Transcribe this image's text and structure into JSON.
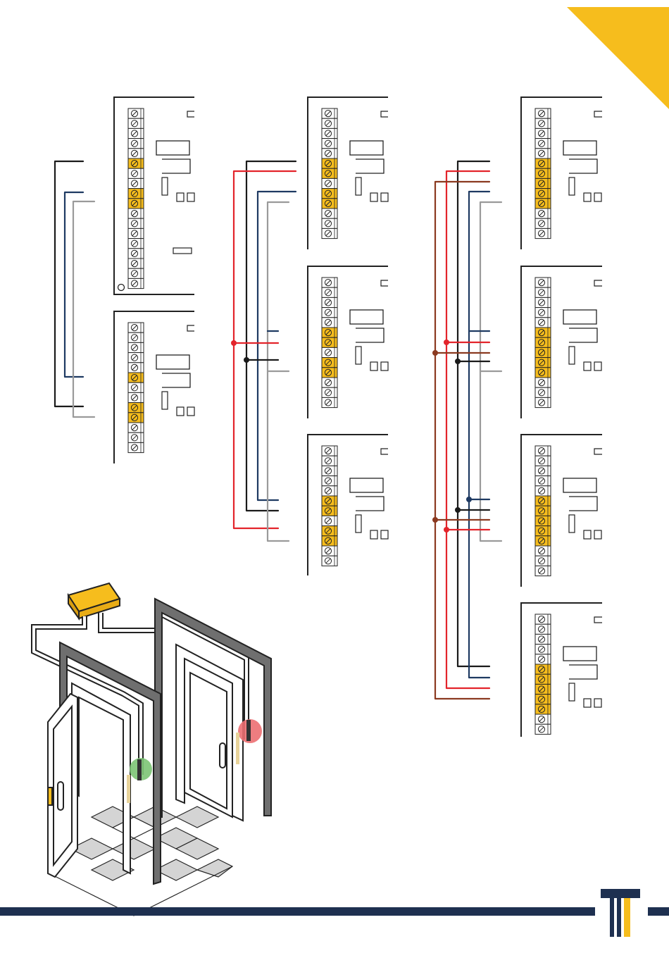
{
  "colors": {
    "accent": "#f6bd1d",
    "navy": "#1e3050",
    "wire_black": "#1a1a1a",
    "wire_navy": "#1e3a62",
    "wire_gray": "#9a9a9a",
    "wire_red": "#e3242b",
    "wire_brown": "#8b3a20",
    "terminal_highlight": "#f6bd1d",
    "door_gray": "#6f6f6f",
    "floor_tile": "#d0d0d0",
    "indicator_green": "#7cc474",
    "indicator_red": "#ec6f72"
  },
  "icons": {
    "screw_terminal": "screw-terminal-icon",
    "logo": "pillar-logo-icon"
  },
  "diagrams": [
    {
      "name": "two-door-interlock-wiring",
      "controllers": 2
    },
    {
      "name": "three-door-interlock-wiring",
      "controllers": 3
    },
    {
      "name": "four-door-interlock-wiring",
      "controllers": 4
    }
  ],
  "illustration": {
    "name": "two-door-airlock-isometric",
    "doors": 2,
    "indicators": [
      "green",
      "red"
    ]
  }
}
